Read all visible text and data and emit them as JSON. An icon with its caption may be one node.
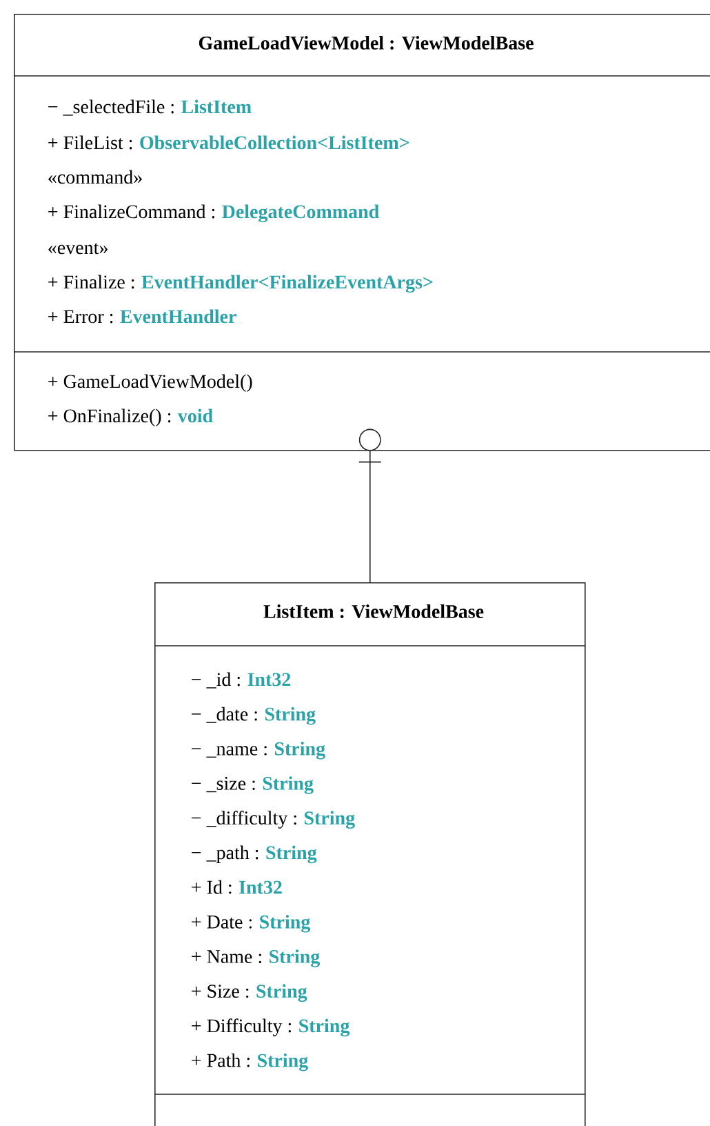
{
  "diagram": {
    "nodes": [
      {
        "text": [
          "GameLoadViewModel : ViewModelBase",
          "− _selectedFile :",
          "ListItem",
          "+ FileList :",
          "ObservableCollection<ListItem>",
          "«command»",
          "+ FinalizeCommand :",
          "DelegateCommand",
          "«event»",
          "+ Finalize :",
          "EventHandler<FinalizeEventArgs>",
          "+ Error :",
          "EventHandler",
          "+ GameLoadViewModel()",
          "+ OnFinalize() :",
          "void"
        ]
      },
      {
        "text": [
          "ListItem : ViewModelBase",
          "− _id :",
          "Int32",
          "− _date :",
          "String",
          "− _name :",
          "String",
          "− _size :",
          "String",
          "− _difficulty :",
          "String",
          "− _path :",
          "String",
          "+ Id :",
          "Int32",
          "+ Date :",
          "String",
          "+ Name :",
          "String",
          "+ Size :",
          "String",
          "+ Difficulty :",
          "String",
          "+ Path :",
          "String"
        ]
      }
    ],
    "edges": [
      {
        "from": 0,
        "to": 1,
        "arrow": "other"
      }
    ]
  }
}
